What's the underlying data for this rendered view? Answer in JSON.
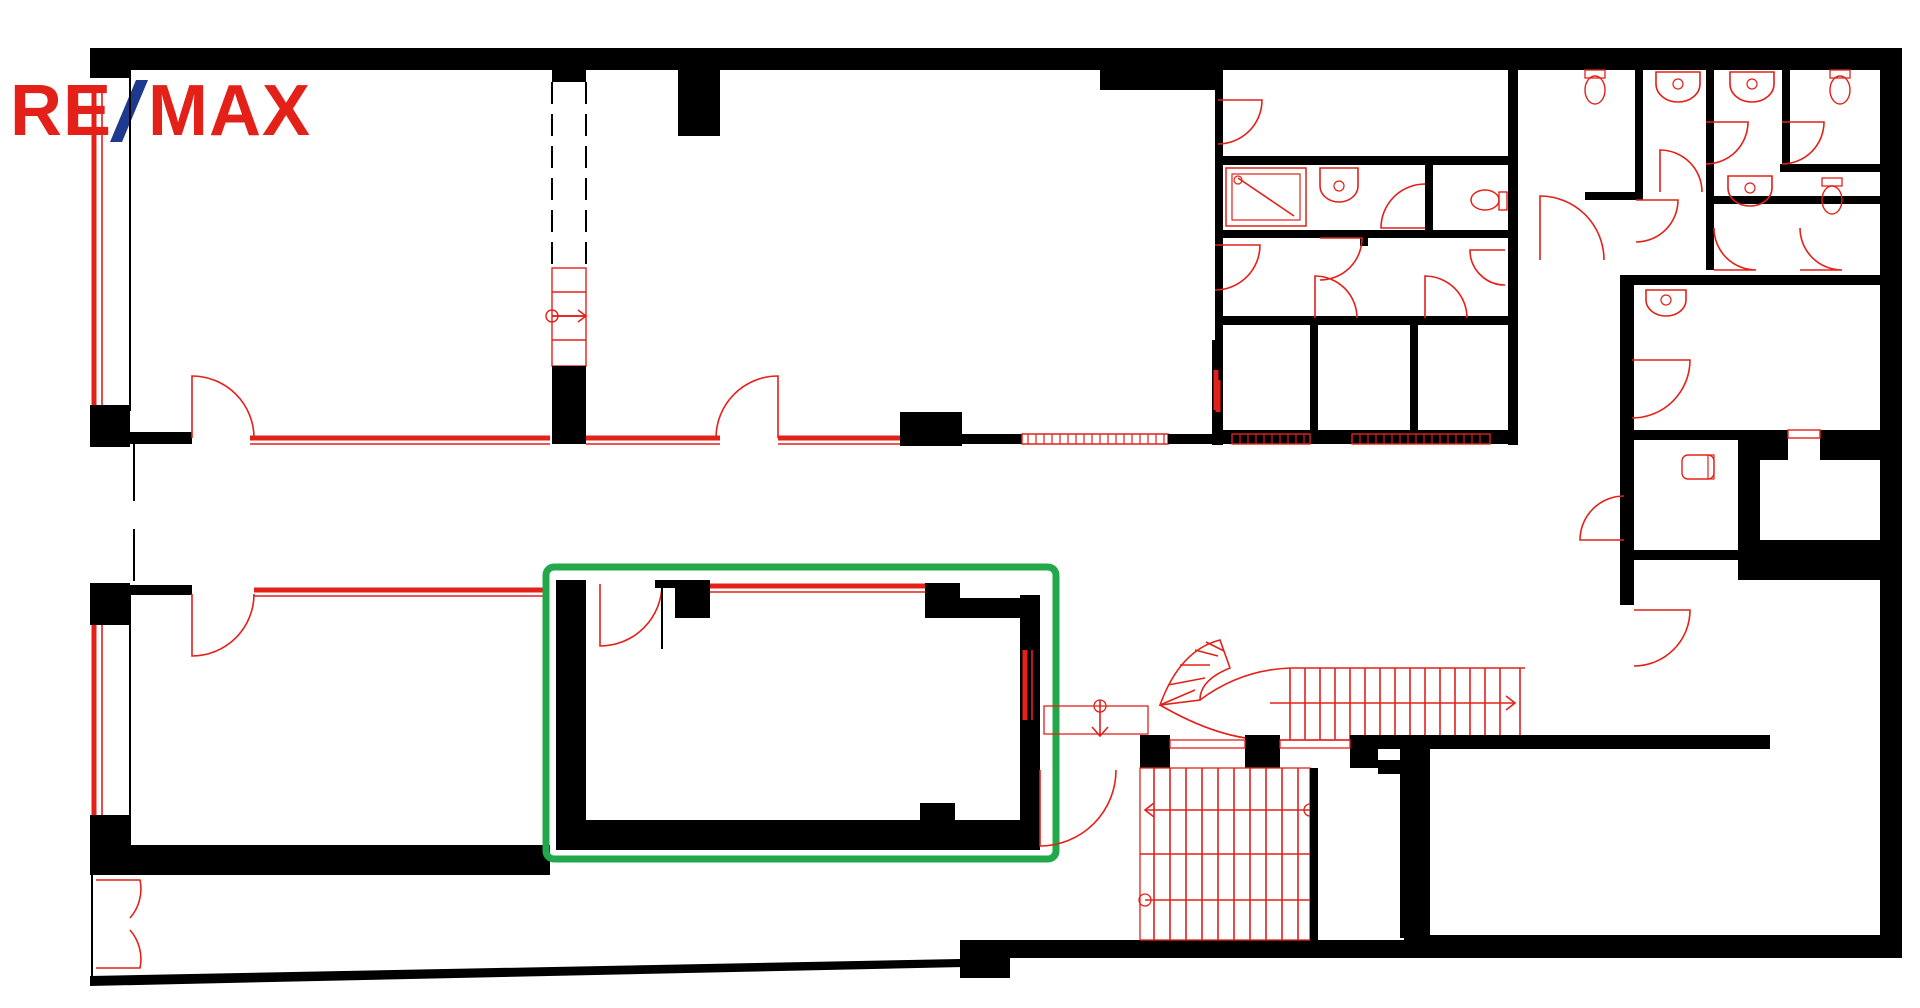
{
  "logo": {
    "text": "RE/MAX",
    "part_left": "RE",
    "part_right": "MAX",
    "colors": {
      "text": "#e32119",
      "slash": "#1d3a8f"
    }
  },
  "colors": {
    "walls": "#000000",
    "fixtures": "#e32119",
    "highlight": "#22a84a",
    "background": "#ffffff"
  },
  "highlight": {
    "label": "highlighted-unit",
    "color": "#22a84a"
  }
}
